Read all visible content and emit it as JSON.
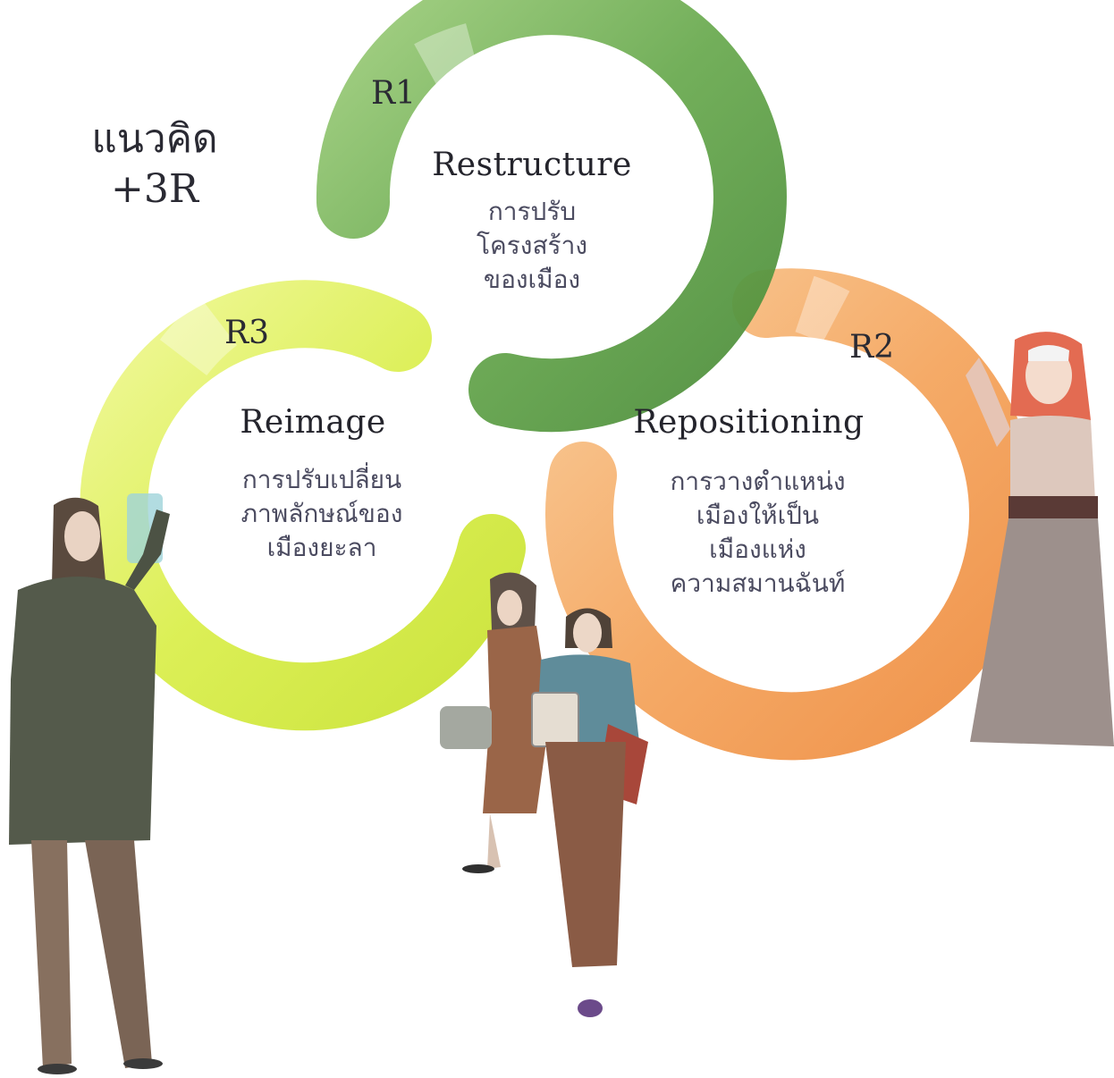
{
  "title": {
    "line1": "แนวคิด",
    "line2": "+3R"
  },
  "r1": {
    "code": "R1",
    "name": "Restructure",
    "desc": [
      "การปรับ",
      "โครงสร้าง",
      "ของเมือง"
    ],
    "color": "#5fa34a"
  },
  "r2": {
    "code": "R2",
    "name": "Repositioning",
    "desc": [
      "การวางตำแหน่ง",
      "เมืองให้เป็น",
      "เมืองแห่ง",
      "ความสมานฉันท์"
    ],
    "color": "#f3a15a"
  },
  "r3": {
    "code": "R3",
    "name": "Reimage",
    "desc": [
      "การปรับเปลี่ยน",
      "ภาพลักษณ์ของ",
      "เมืองยะลา"
    ],
    "color": "#d6ec4a"
  },
  "figures": [
    "painter-figure",
    "woman-with-bag-figure",
    "woman-with-books-figure",
    "waving-woman-figure"
  ]
}
